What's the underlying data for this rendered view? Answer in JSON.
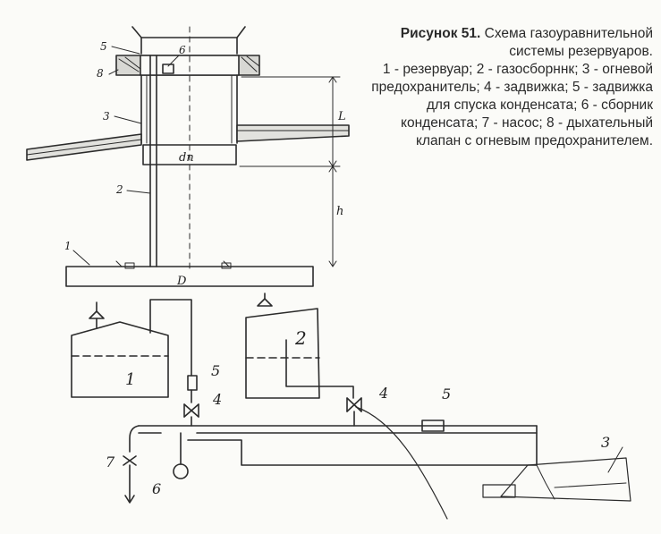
{
  "caption": {
    "title_bold": "Рисунок 51.",
    "title_rest": "Схема газоуравнительной системы резервуаров.",
    "legend": "1 - резервуар; 2 - газосборннк; 3 - огневой предохранитель; 4 - задвижка; 5 - задвижка для спуска конденсата; 6 - сборник конденсата; 7 - насос; 8 - дыхательный клапан с огневым предохранителем."
  },
  "top_drawing": {
    "callouts": [
      "5",
      "8",
      "6",
      "3",
      "2",
      "1"
    ],
    "dim_dn": "dп",
    "dim_D": "D",
    "dim_L": "L",
    "dim_h": "h"
  },
  "bottom_drawing": {
    "tank1": "1",
    "tank2": "2",
    "valve_left": "4",
    "drain_left": "5",
    "valve_right": "4",
    "drain_right": "5",
    "pump": "7",
    "collector": "6",
    "gasholder": "3"
  }
}
